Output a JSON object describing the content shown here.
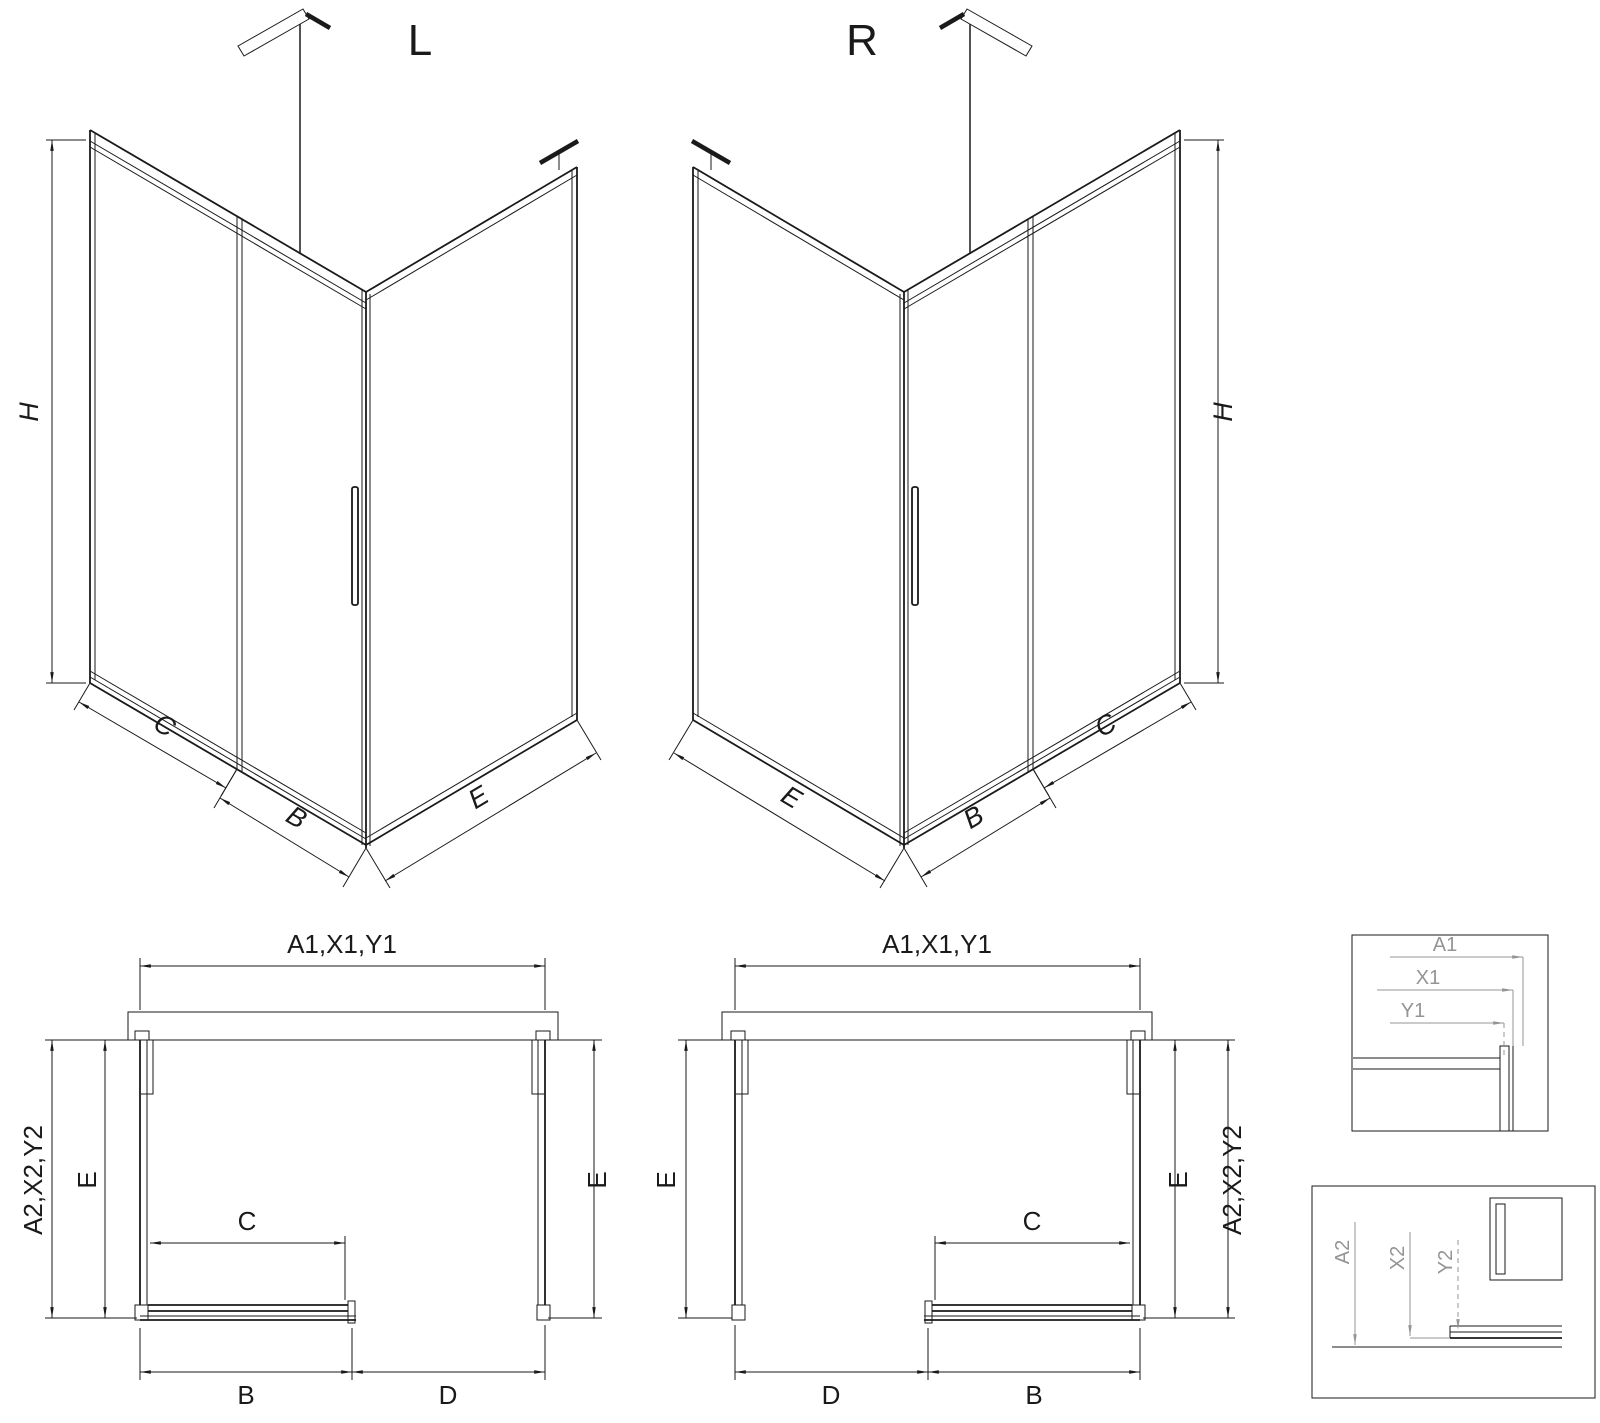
{
  "colors": {
    "line": "#1a1a1a",
    "detail": "#949494",
    "background": "#ffffff"
  },
  "iso_left": {
    "title": "L",
    "dims": {
      "h": "H",
      "c": "C",
      "b": "B",
      "e": "E"
    }
  },
  "iso_right": {
    "title": "R",
    "dims": {
      "h": "H",
      "c": "C",
      "b": "B",
      "e": "E"
    }
  },
  "plan_left": {
    "dims": {
      "top": "A1,X1,Y1",
      "left_outer": "A2,X2,Y2",
      "e_left": "E",
      "e_right": "E",
      "c": "C",
      "b": "B",
      "d": "D"
    }
  },
  "plan_right": {
    "dims": {
      "top": "A1,X1,Y1",
      "right_outer": "A2,X2,Y2",
      "e_left": "E",
      "e_right": "E",
      "c": "C",
      "b": "B",
      "d": "D"
    }
  },
  "detail_top": {
    "dims": {
      "a1": "A1",
      "x1": "X1",
      "y1": "Y1"
    }
  },
  "detail_bottom": {
    "dims": {
      "a2": "A2",
      "x2": "X2",
      "y2": "Y2"
    }
  }
}
